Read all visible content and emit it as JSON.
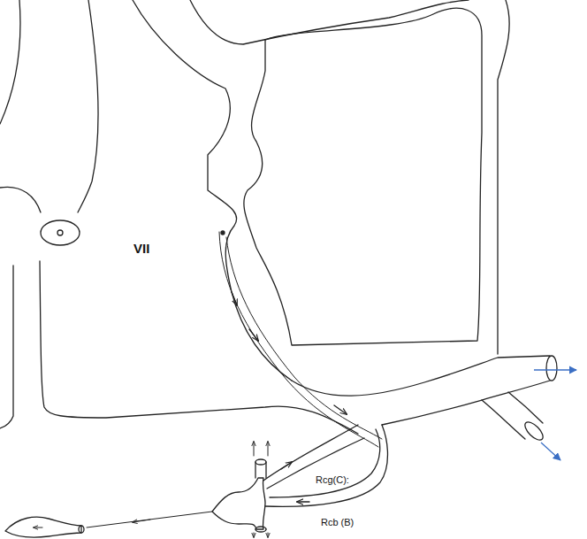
{
  "diagram": {
    "labels": [
      "VII",
      "Rcg(C):",
      "Rcb (B)"
    ]
  }
}
